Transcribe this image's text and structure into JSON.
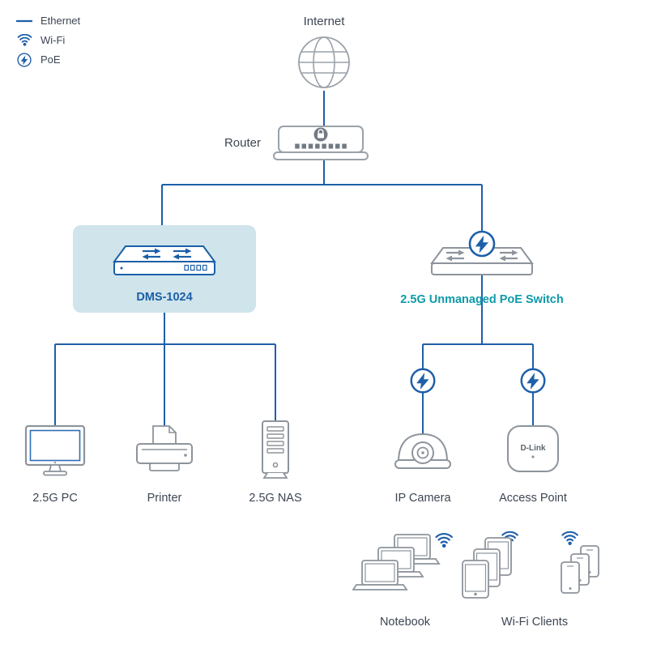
{
  "colors": {
    "ethernet_line": "#1e5fa9",
    "poe_blue": "#1e5fa9",
    "wifi_blue": "#1e5fa9",
    "device_gray": "#8d949c",
    "label_text": "#3d4653",
    "dms_label": "#1b5fa8",
    "poe_switch_label": "#0d9aa8",
    "highlight_bg": "#cfe4eb"
  },
  "legend": {
    "items": [
      {
        "id": "ethernet",
        "label": "Ethernet",
        "icon": "ethernet-line-icon"
      },
      {
        "id": "wifi",
        "label": "Wi-Fi",
        "icon": "wifi-icon"
      },
      {
        "id": "poe",
        "label": "PoE",
        "icon": "poe-bolt-icon"
      }
    ]
  },
  "nodes": {
    "internet": {
      "label": "Internet",
      "icon": "globe-icon"
    },
    "router": {
      "label": "Router",
      "icon": "router-icon"
    },
    "dms_switch": {
      "label": "DMS-1024",
      "icon": "switch-icon",
      "highlighted": true
    },
    "poe_switch": {
      "label": "2.5G Unmanaged PoE Switch",
      "icon": "poe-switch-icon"
    },
    "pc": {
      "label": "2.5G PC",
      "icon": "desktop-monitor-icon"
    },
    "printer": {
      "label": "Printer",
      "icon": "printer-icon"
    },
    "nas": {
      "label": "2.5G NAS",
      "icon": "nas-tower-icon"
    },
    "ip_camera": {
      "label": "IP Camera",
      "icon": "dome-camera-icon"
    },
    "access_point": {
      "label": "Access Point",
      "brand_text": "D-Link",
      "icon": "access-point-icon"
    },
    "notebook": {
      "label": "Notebook",
      "icon": "laptop-stack-icon"
    },
    "wifi_clients": {
      "label": "Wi-Fi Clients",
      "icon": "tablet-phone-stack-icon"
    }
  }
}
